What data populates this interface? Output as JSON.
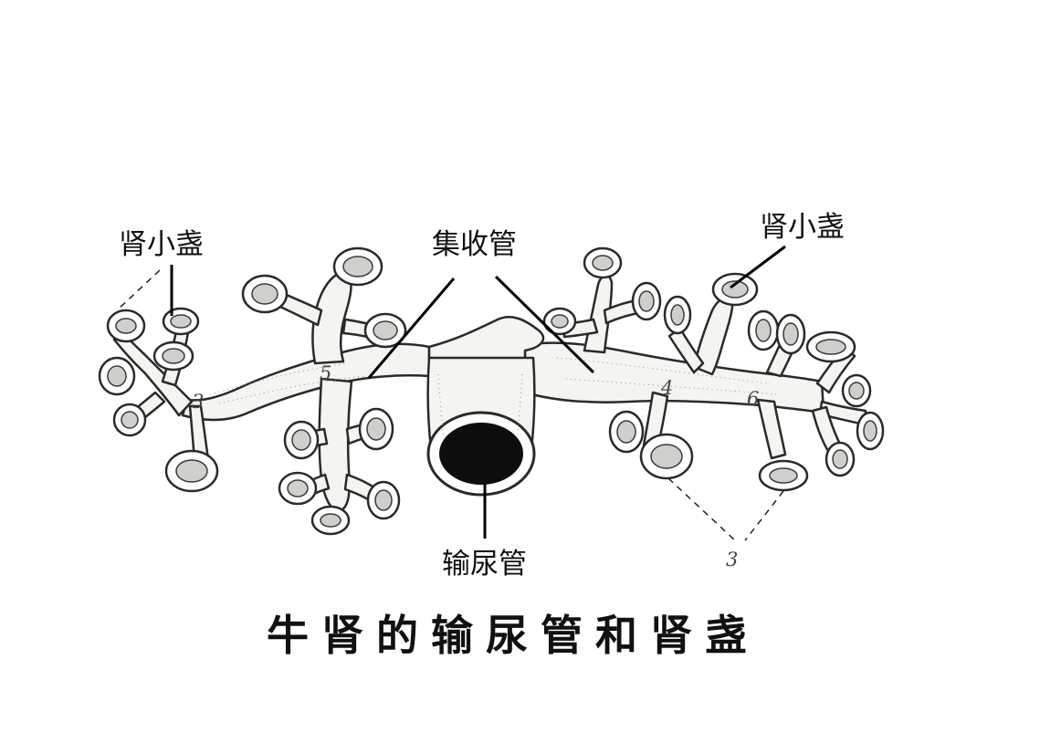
{
  "labels": {
    "minor_calyx_left": "肾小盏",
    "collecting_duct": "集收管",
    "minor_calyx_right": "肾小盏",
    "ureter": "输尿管",
    "marker_3_left": "3",
    "marker_5": "5",
    "marker_4": "4",
    "marker_6": "6",
    "marker_3_right": "3"
  },
  "caption": "牛肾的输尿管和肾盏",
  "colors": {
    "ink": "#111111",
    "tube_fill": "#f4f4f1",
    "ureter_lumen": "#0d0d0d"
  }
}
